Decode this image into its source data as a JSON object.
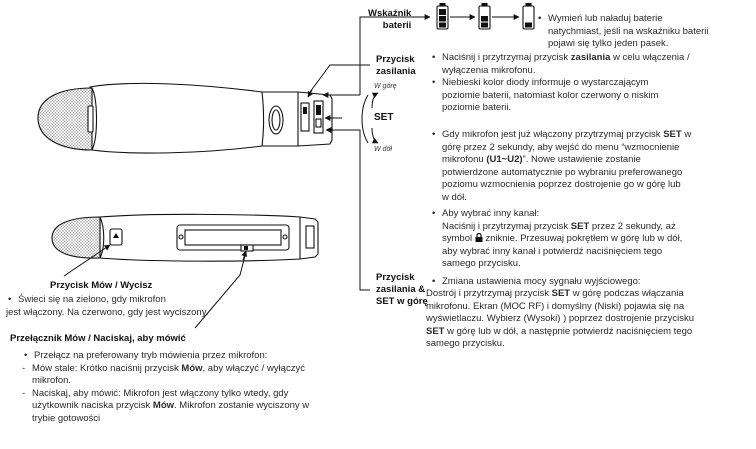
{
  "labels": {
    "battery_indicator": [
      "Wskaźnik",
      "baterii"
    ],
    "power_button": [
      "Przycisk",
      "zasilania"
    ],
    "power_set_button": [
      "Przycisk",
      "zasilania &",
      "SET w górę"
    ],
    "talk_mute_button": "Przycisk Mów / Wycisz",
    "switch_title": "Przełącznik Mów / Naciskaj, aby mówić",
    "set": "SET",
    "up": "W górę",
    "down": "W dół"
  },
  "battery_text": {
    "line1": "Wymień lub naładuj baterie",
    "line2": "natychmiast, jeśli na wskaźniku baterii",
    "line3": "pojawi się tylko jeden pasek."
  },
  "power_text": {
    "b1_pre": "Naciśnij i przytrzymaj przycisk ",
    "b1_bold": "zasilania",
    "b1_post": " w celu włączenia /",
    "b1_l2": "wyłączenia mikrofonu.",
    "b2_l1": "Niebieski kolor diody informuje o wystarczającym",
    "b2_l2": "poziomie baterii, natomiast kolor czerwony o niskim",
    "b2_l3": "poziomie baterii."
  },
  "set_text": {
    "b3_pre": "Gdy mikrofon jest już włączony przytrzymaj przycisk ",
    "b3_bold": "SET",
    "b3_post": " w",
    "b3_l2": "górę przez 2 sekundy, aby wejść do menu “wzmocnienie",
    "b3_l3_pre": "mikrofonu ",
    "b3_l3_bold": "(U1~U2)",
    "b3_l3_post": "”. Nowe ustawienie zostanie",
    "b3_l4": "potwierdzone automatycznie po wybraniu preferowanego",
    "b3_l5": "poziomu wzmocnienia poprzez dostrojenie go w górę lub",
    "b3_l6": "w dół.",
    "b4_l1": "Aby wybrać inny kanał:",
    "b4_l2_pre": "Naciśnij i przytrzymaj przycisk ",
    "b4_l2_bold": "SET",
    "b4_l2_post": " przez 2 sekundy, aż",
    "b4_l3_pre": "symbol ",
    "b4_l3_post": " zniknie. Przesuwaj pokrętłem w górę lub w dół,",
    "b4_l4": "aby wybrać inny kanał i potwierdź naciśnięciem tego",
    "b4_l5": "samego przycisku.",
    "b5_l1": "Zmiana ustawienia mocy sygnału wyjściowego:",
    "b5_l2_pre": "Dostrój i przytrzymaj przycisk ",
    "b5_l2_bold": "SET",
    "b5_l2_post": " w górę podczas włączania",
    "b5_l3": "mikrofonu. Ekran (MOC RF) i domyślny (Niski) pojawia się na",
    "b5_l4": "wyświetlaczu. Wybierz (Wysoki) ) poprzez dostrojenie przycisku",
    "b5_l5_bold": "SET",
    "b5_l5_post": " w górę lub w dół, a następnie potwierdź naciśnięciem tego",
    "b5_l6": "samego przycisku."
  },
  "talk_text": {
    "l1": "Świeci się na zielono, gdy mikrofon",
    "l2": "jest włączony. Na czerwono, gdy jest wyciszony."
  },
  "switch_text": {
    "b1": "Przełącz na preferowany tryb mówienia przez mikrofon:",
    "d1_pre": "Mów stale: Krótko naciśnij przycisk ",
    "d1_bold": "Mów",
    "d1_post": ", aby włączyć / wyłączyć",
    "d1_l2": "mikrofon.",
    "d2_l1": "Naciskaj, aby mówić: Mikrofon jest włączony tylko wtedy, gdy",
    "d2_l2_pre": "użytkownik naciska przycisk ",
    "d2_l2_bold": "Mów",
    "d2_l2_post": ". Mikrofon zostanie wyciszony w",
    "d2_l3": "trybie gotowości"
  },
  "colors": {
    "ink": "#1a1a1a",
    "body_fill": "#ffffff",
    "line": "#222222"
  }
}
